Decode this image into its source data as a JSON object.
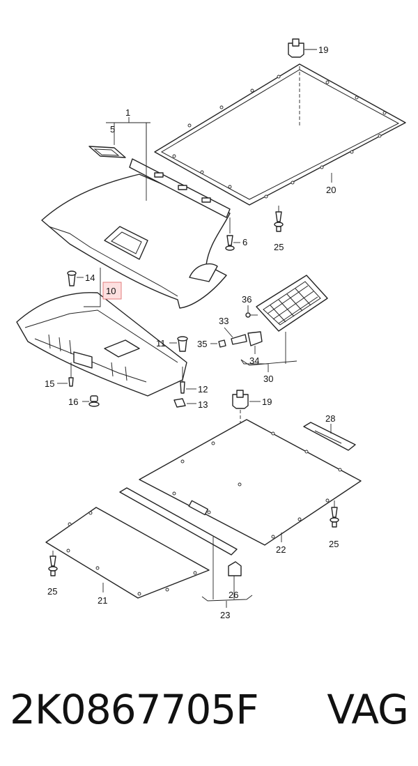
{
  "callouts": {
    "c1": "1",
    "c5": "5",
    "c19a": "19",
    "c20": "20",
    "c6": "6",
    "c25a": "25",
    "c14": "14",
    "c10": "10",
    "c36": "36",
    "c33": "33",
    "c11": "11",
    "c35": "35",
    "c34": "34",
    "c30": "30",
    "c15": "15",
    "c12": "12",
    "c16": "16",
    "c13": "13",
    "c19b": "19",
    "c28": "28",
    "c25b": "25",
    "c22": "22",
    "c25c": "25",
    "c21": "21",
    "c26": "26",
    "c23": "23"
  },
  "caption": {
    "part_number": "2K0867705F",
    "brand": "VAG"
  },
  "colors": {
    "line": "#222222",
    "highlight_fill": "#fde0e0",
    "highlight_border": "#e27b7b"
  }
}
